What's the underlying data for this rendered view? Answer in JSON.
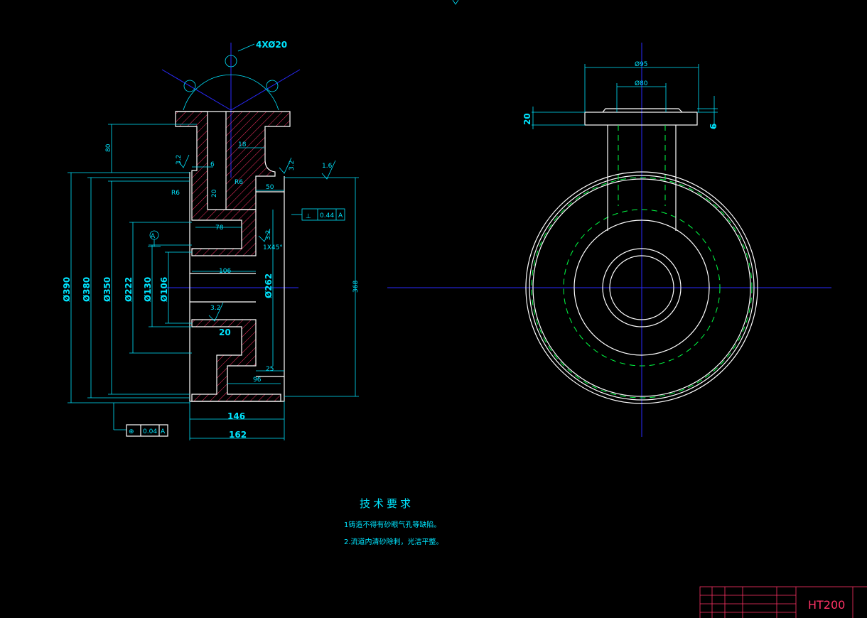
{
  "section_view": {
    "hole_callout": "4XØ20",
    "dims": {
      "d390": "Ø390",
      "d380": "Ø380",
      "d350": "Ø350",
      "d222": "Ø222",
      "d130": "Ø130",
      "d106": "Ø106",
      "d262": "Ø262",
      "h80": "80",
      "w18": "18",
      "w6": "6",
      "r6a": "R6",
      "r6b": "R6",
      "w20a": "20",
      "w50": "50",
      "w78": "78",
      "w106": "106",
      "w20b": "20",
      "w25": "25",
      "w96": "96",
      "w146": "146",
      "w162": "162",
      "h368": "368",
      "chamfer": "1X45°",
      "rough32a": "3.2",
      "rough32b": "3.2",
      "rough32c": "3.2",
      "rough32d": "3.2",
      "rough16": "1.6",
      "datum_label": "A"
    },
    "tolerance_perp": {
      "symbol": "⊥",
      "value": "0.44",
      "datum": "A"
    },
    "tolerance_pos": {
      "symbol": "⊕",
      "value": "0.04",
      "datum": "A"
    }
  },
  "side_view": {
    "dims": {
      "d95": "Ø95",
      "d80": "Ø80",
      "h20": "20",
      "h6": "6"
    }
  },
  "tech_req": {
    "title": "技术要求",
    "line1": "1铸造不得有砂眼气孔等缺陷。",
    "line2": "2.流道内清砂除刺，光洁平整。"
  },
  "title_block": {
    "material": "HT200"
  },
  "colors": {
    "outline": "#ffffff",
    "dimension": "#00e5ff",
    "centerline": "#2a2aff",
    "hidden": "#00ff44",
    "hatch": "#ff3366"
  }
}
